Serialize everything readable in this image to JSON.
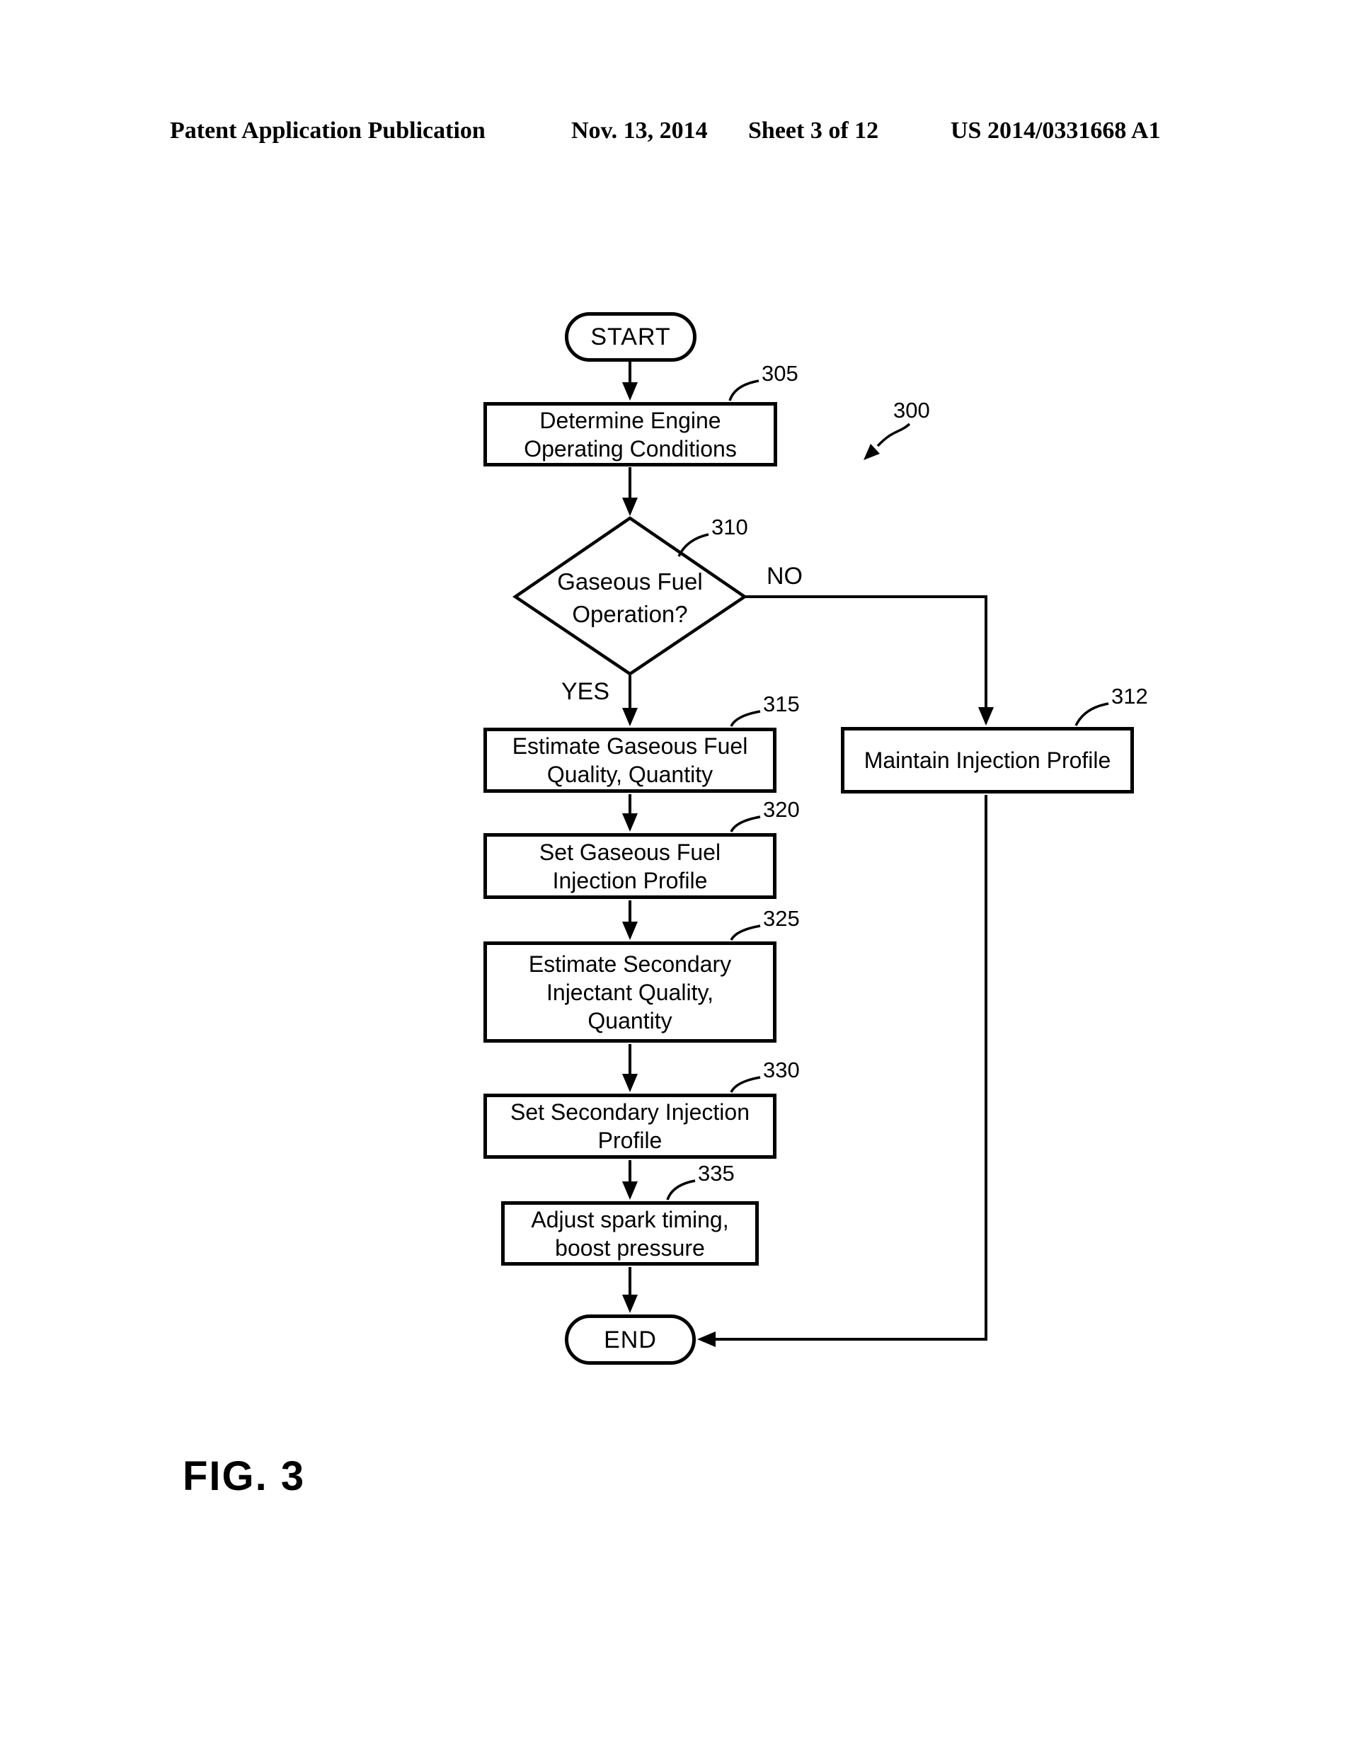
{
  "header": {
    "publication": "Patent Application Publication",
    "date": "Nov. 13, 2014",
    "sheet": "Sheet 3 of 12",
    "patent_number": "US 2014/0331668 A1"
  },
  "figure": {
    "caption": "FIG. 3",
    "flow_ref": "300"
  },
  "flowchart": {
    "start": {
      "label": "START"
    },
    "end": {
      "label": "END"
    },
    "decision": {
      "ref": "310",
      "text": "Gaseous Fuel\nOperation?",
      "yes_label": "YES",
      "no_label": "NO"
    },
    "steps": {
      "s305": {
        "ref": "305",
        "text": "Determine Engine\nOperating Conditions"
      },
      "s312": {
        "ref": "312",
        "text": "Maintain Injection Profile"
      },
      "s315": {
        "ref": "315",
        "text": "Estimate Gaseous Fuel\nQuality, Quantity"
      },
      "s320": {
        "ref": "320",
        "text": "Set Gaseous Fuel\nInjection Profile"
      },
      "s325": {
        "ref": "325",
        "text": "Estimate Secondary\nInjectant Quality,\nQuantity"
      },
      "s330": {
        "ref": "330",
        "text": "Set Secondary Injection\nProfile"
      },
      "s335": {
        "ref": "335",
        "text": "Adjust spark timing,\nboost pressure"
      }
    }
  },
  "colors": {
    "line": "#000000",
    "background": "#ffffff",
    "text": "#000000"
  }
}
